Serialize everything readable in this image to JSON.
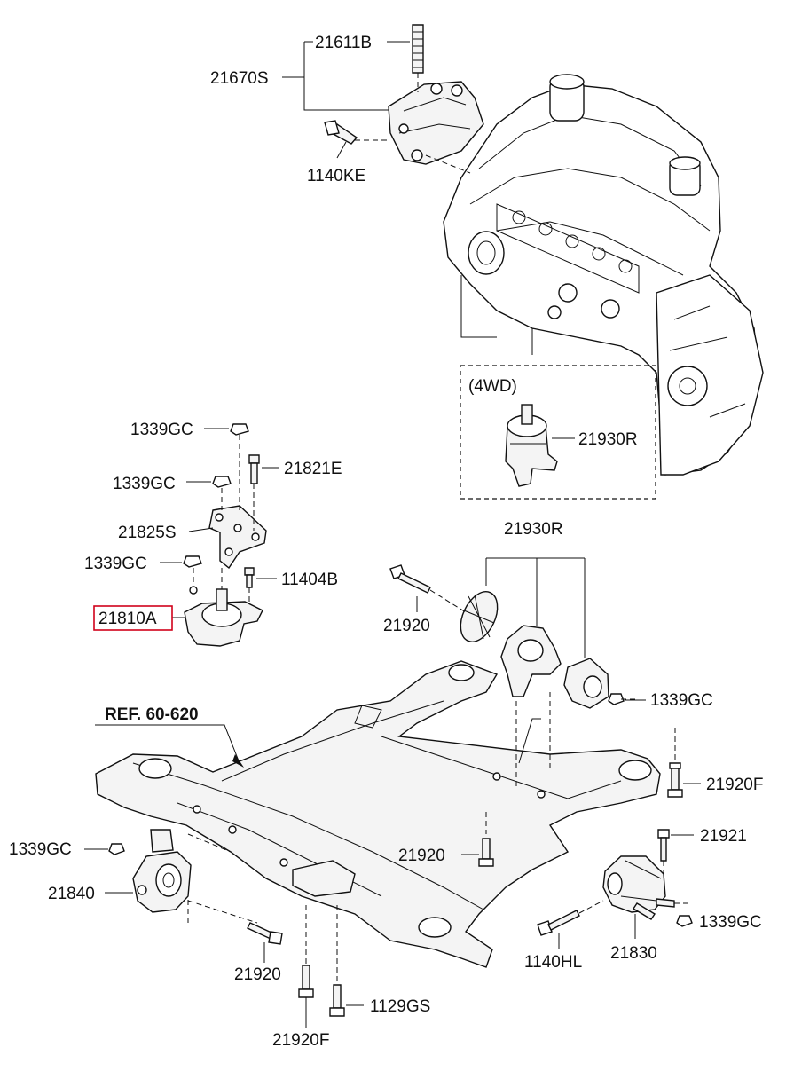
{
  "highlight_color": "#d0021b",
  "labels": {
    "p21611B": "21611B",
    "p21670S": "21670S",
    "p1140KE": "1140KE",
    "p1339GC_a": "1339GC",
    "p21821E": "21821E",
    "p1339GC_b": "1339GC",
    "p21825S": "21825S",
    "p1339GC_c": "1339GC",
    "p11404B": "11404B",
    "p21810A": "21810A",
    "p4wd": "(4WD)",
    "p21930R_a": "21930R",
    "p21930R_b": "21930R",
    "p21920_a": "21920",
    "p1339GC_d": "1339GC",
    "ref": "REF. 60-620",
    "p21920F_a": "21920F",
    "p1339GC_e": "1339GC",
    "p21921": "21921",
    "p21840": "21840",
    "p21920_b": "21920",
    "p1339GC_f": "1339GC",
    "p1140HL": "1140HL",
    "p21830": "21830",
    "p21920_c": "21920",
    "p1129GS": "1129GS",
    "p21920F_b": "21920F"
  }
}
